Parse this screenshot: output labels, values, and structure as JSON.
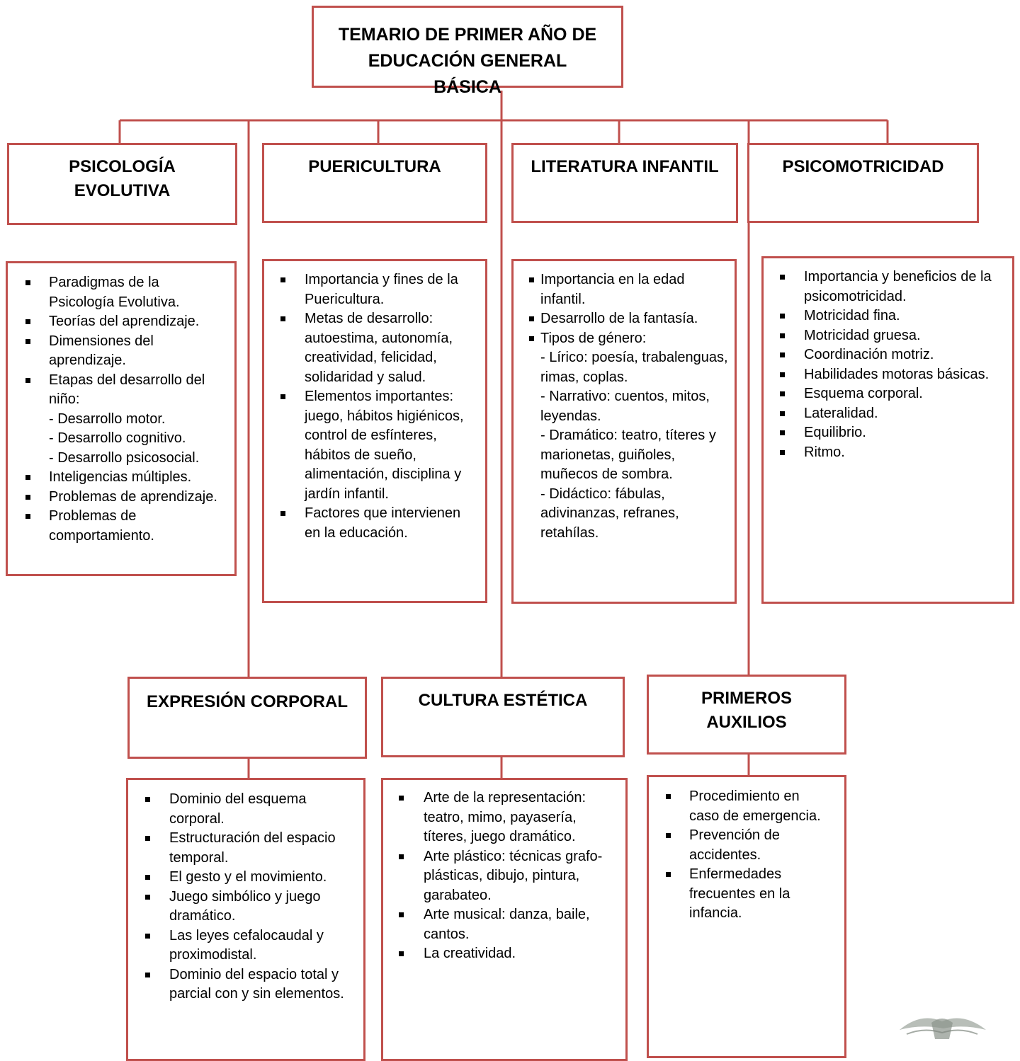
{
  "title": "TEMARIO DE PRIMER AÑO DE EDUCACIÓN GENERAL BÁSICA",
  "topics": [
    {
      "heading": "PSICOLOGÍA EVOLUTIVA",
      "items": [
        {
          "b": true,
          "t": "Paradigmas de la"
        },
        {
          "b": false,
          "t": "Psicología Evolutiva."
        },
        {
          "b": true,
          "t": "Teorías del aprendizaje."
        },
        {
          "b": true,
          "t": "Dimensiones del"
        },
        {
          "b": false,
          "t": "aprendizaje."
        },
        {
          "b": true,
          "t": "Etapas del desarrollo del"
        },
        {
          "b": false,
          "t": "niño:"
        },
        {
          "b": false,
          "t": "- Desarrollo motor."
        },
        {
          "b": false,
          "t": "- Desarrollo cognitivo."
        },
        {
          "b": false,
          "t": "- Desarrollo psicosocial."
        },
        {
          "b": true,
          "t": "Inteligencias múltiples."
        },
        {
          "b": true,
          "t": "Problemas de aprendizaje."
        },
        {
          "b": true,
          "t": "Problemas de"
        },
        {
          "b": false,
          "t": "comportamiento."
        }
      ]
    },
    {
      "heading": "PUERICULTURA",
      "items": [
        {
          "b": true,
          "t": "Importancia y fines de la"
        },
        {
          "b": false,
          "t": "Puericultura."
        },
        {
          "b": true,
          "t": "Metas de desarrollo:"
        },
        {
          "b": false,
          "t": "autoestima, autonomía,"
        },
        {
          "b": false,
          "t": "creatividad, felicidad,"
        },
        {
          "b": false,
          "t": "solidaridad y salud."
        },
        {
          "b": true,
          "t": "Elementos importantes:"
        },
        {
          "b": false,
          "t": "juego, hábitos higiénicos,"
        },
        {
          "b": false,
          "t": "control de esfínteres,"
        },
        {
          "b": false,
          "t": "hábitos de sueño,"
        },
        {
          "b": false,
          "t": "alimentación, disciplina y"
        },
        {
          "b": false,
          "t": "jardín infantil."
        },
        {
          "b": true,
          "t": "Factores que intervienen"
        },
        {
          "b": false,
          "t": "en la educación."
        }
      ]
    },
    {
      "heading": "LITERATURA INFANTIL",
      "items": [
        {
          "b": true,
          "t": "Importancia en la edad"
        },
        {
          "b": false,
          "t": "infantil."
        },
        {
          "b": true,
          "t": "Desarrollo de la fantasía."
        },
        {
          "b": true,
          "t": "Tipos de género:"
        },
        {
          "b": false,
          "t": "-  Lírico: poesía, trabalenguas,"
        },
        {
          "b": false,
          "t": "rimas, coplas."
        },
        {
          "b": false,
          "t": "-  Narrativo: cuentos, mitos,"
        },
        {
          "b": false,
          "t": "leyendas."
        },
        {
          "b": false,
          "t": "-  Dramático: teatro, títeres y"
        },
        {
          "b": false,
          "t": "marionetas, guiñoles,"
        },
        {
          "b": false,
          "t": "muñecos de sombra."
        },
        {
          "b": false,
          "t": "-  Didáctico: fábulas,"
        },
        {
          "b": false,
          "t": "adivinanzas, refranes,"
        },
        {
          "b": false,
          "t": "retahílas."
        }
      ]
    },
    {
      "heading": "PSICOMOTRICIDAD",
      "items": [
        {
          "b": true,
          "t": "Importancia y beneficios de la"
        },
        {
          "b": false,
          "t": "psicomotricidad."
        },
        {
          "b": true,
          "t": "Motricidad fina."
        },
        {
          "b": true,
          "t": "Motricidad gruesa."
        },
        {
          "b": true,
          "t": "Coordinación motriz."
        },
        {
          "b": true,
          "t": "Habilidades motoras básicas."
        },
        {
          "b": true,
          "t": "Esquema corporal."
        },
        {
          "b": true,
          "t": "Lateralidad."
        },
        {
          "b": true,
          "t": "Equilibrio."
        },
        {
          "b": true,
          "t": "Ritmo."
        }
      ]
    },
    {
      "heading": "EXPRESIÓN CORPORAL",
      "items": [
        {
          "b": true,
          "t": "Dominio del esquema"
        },
        {
          "b": false,
          "t": "corporal."
        },
        {
          "b": true,
          "t": "Estructuración del espacio"
        },
        {
          "b": false,
          "t": "temporal."
        },
        {
          "b": true,
          "t": "El gesto y el movimiento."
        },
        {
          "b": true,
          "t": "Juego simbólico y juego"
        },
        {
          "b": false,
          "t": "dramático."
        },
        {
          "b": true,
          "t": "Las leyes cefalocaudal y"
        },
        {
          "b": false,
          "t": "proximodistal."
        },
        {
          "b": true,
          "t": "Dominio del espacio total y"
        },
        {
          "b": false,
          "t": "parcial con y sin elementos."
        }
      ]
    },
    {
      "heading": "CULTURA ESTÉTICA",
      "items": [
        {
          "b": true,
          "t": "Arte de la representación:"
        },
        {
          "b": false,
          "t": "teatro, mimo, payasería,"
        },
        {
          "b": false,
          "t": "títeres, juego dramático."
        },
        {
          "b": true,
          "t": "Arte plástico: técnicas grafo-"
        },
        {
          "b": false,
          "t": "plásticas, dibujo, pintura,"
        },
        {
          "b": false,
          "t": "garabateo."
        },
        {
          "b": true,
          "t": "Arte musical: danza, baile,"
        },
        {
          "b": false,
          "t": "cantos."
        },
        {
          "b": true,
          "t": "La creatividad."
        }
      ]
    },
    {
      "heading": "PRIMEROS AUXILIOS",
      "items": [
        {
          "b": true,
          "t": "Procedimiento en"
        },
        {
          "b": false,
          "t": "caso de emergencia."
        },
        {
          "b": true,
          "t": "Prevención de"
        },
        {
          "b": false,
          "t": "accidentes."
        },
        {
          "b": true,
          "t": "Enfermedades"
        },
        {
          "b": false,
          "t": "frecuentes en la"
        },
        {
          "b": false,
          "t": "infancia."
        }
      ]
    }
  ],
  "line_color": "#c0504d"
}
